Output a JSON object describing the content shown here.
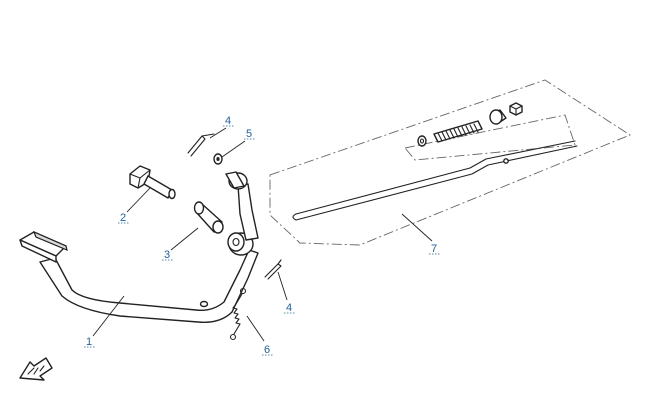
{
  "callouts": {
    "c1": "1",
    "c2": "2",
    "c3": "3",
    "c4a": "4",
    "c4b": "4",
    "c5": "5",
    "c6": "6",
    "c7": "7"
  },
  "icons": {
    "direction": "fwd-arrow-icon"
  },
  "colors": {
    "callout": "#1f5fa8",
    "line": "#222222"
  }
}
